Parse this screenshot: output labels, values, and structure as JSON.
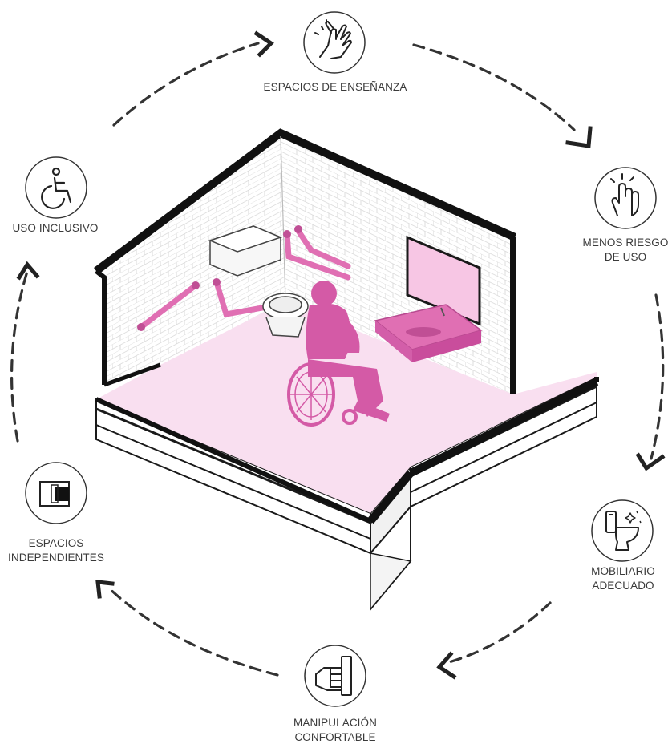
{
  "diagram": {
    "accent_color": "#e06fb3",
    "floor_color": "#f9dff0",
    "wall_color": "#1a1a1a",
    "icons_stroke_color": "#222222",
    "center_illustration": "accessible-bathroom-isometric",
    "nodes": {
      "espacios_ensenanza": {
        "label_lines": [
          "ESPACIOS DE ENSEÑANZA"
        ],
        "icon": "hands-washing-icon"
      },
      "menos_riesgo": {
        "label_lines": [
          "MENOS RIESGO",
          "DE USO"
        ],
        "icon": "hand-touch-icon"
      },
      "mobiliario": {
        "label_lines": [
          "MOBILIARIO",
          "ADECUADO"
        ],
        "icon": "toilet-icon"
      },
      "manipulacion": {
        "label_lines": [
          "MANIPULACIÓN",
          "CONFORTABLE"
        ],
        "icon": "hand-grip-handle-icon"
      },
      "espacios_independientes": {
        "label_lines": [
          "ESPACIOS",
          "INDEPENDIENTES"
        ],
        "icon": "independent-spaces-icon"
      },
      "uso_inclusivo": {
        "label_lines": [
          "USO INCLUSIVO"
        ],
        "icon": "wheelchair-icon"
      }
    }
  }
}
